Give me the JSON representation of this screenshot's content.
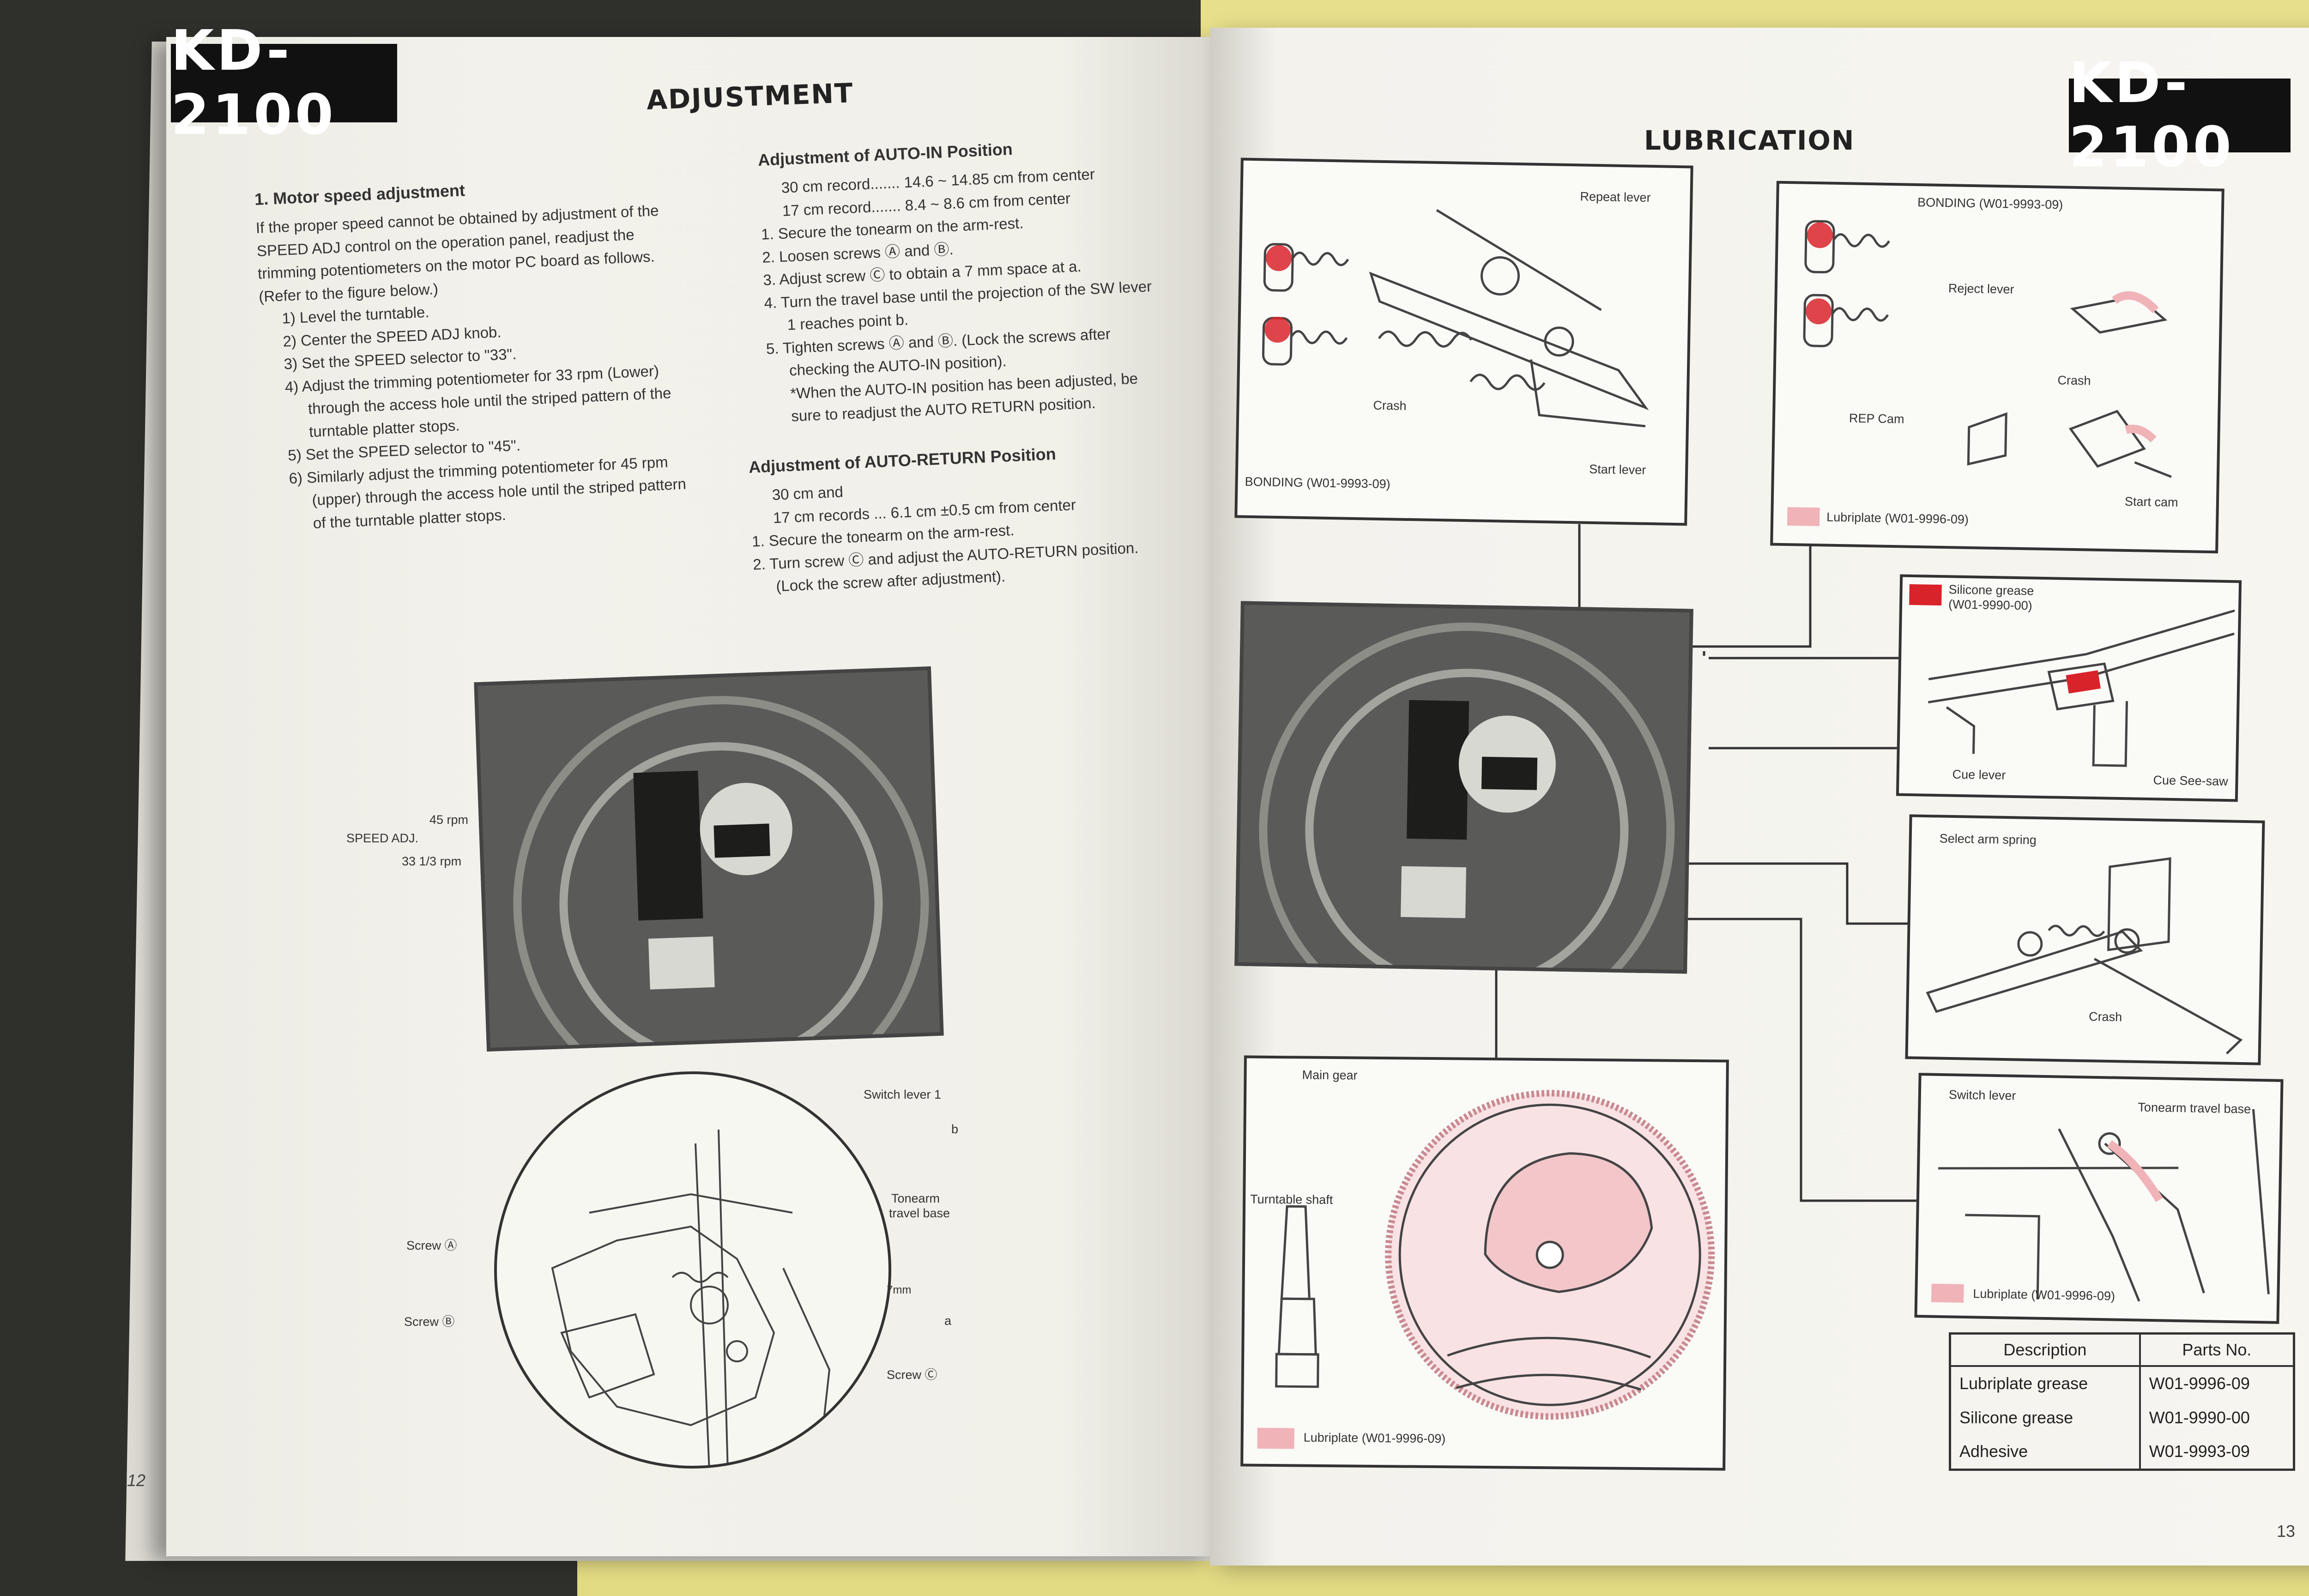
{
  "model": "KD-2100",
  "left_page": {
    "title": "ADJUSTMENT",
    "page_number": "12",
    "motor": {
      "heading": "1. Motor speed adjustment",
      "lines": [
        "If the proper speed cannot be obtained by adjustment of the",
        "SPEED ADJ control on the operation panel, readjust the",
        "trimming potentiometers on the motor PC board as follows.",
        "(Refer to the figure below.)",
        "1) Level the turntable.",
        "2) Center the SPEED ADJ knob.",
        "3) Set the SPEED selector to \"33\".",
        "4) Adjust the trimming potentiometer for 33 rpm (Lower)",
        "through the access hole until the striped pattern of the",
        "turntable platter stops.",
        "5) Set the SPEED selector to \"45\".",
        "6) Similarly adjust the trimming potentiometer for 45 rpm",
        "(upper) through the access hole until the striped pattern",
        "of the turntable platter stops."
      ]
    },
    "auto_in": {
      "heading": "Adjustment of AUTO-IN Position",
      "lines": [
        "30 cm record....... 14.6 ~ 14.85 cm from center",
        "17 cm record....... 8.4 ~ 8.6 cm from center",
        "1. Secure the tonearm on the arm-rest.",
        "2. Loosen screws Ⓐ and Ⓑ.",
        "3. Adjust screw Ⓒ to obtain a 7 mm space at a.",
        "4. Turn the travel base until the projection of the SW lever",
        "1 reaches point b.",
        "5. Tighten screws Ⓐ and Ⓑ. (Lock the screws after",
        "checking the AUTO-IN position).",
        "*When the AUTO-IN position has been adjusted, be",
        "sure to readjust the AUTO RETURN position."
      ]
    },
    "auto_return": {
      "heading": "Adjustment of AUTO-RETURN Position",
      "lines": [
        "30 cm and",
        "17 cm records ... 6.1 cm ±0.5 cm from center",
        "1. Secure the tonearm on the arm-rest.",
        "2. Turn screw Ⓒ and adjust the AUTO-RETURN position.",
        "(Lock the screw after adjustment)."
      ]
    },
    "figure_labels": {
      "speed_adj": "SPEED ADJ.",
      "rpm45": "45 rpm",
      "rpm33": "33 1/3 rpm",
      "switch_lever": "Switch lever 1",
      "b": "b",
      "tonearm_travel_base_1": "Tonearm",
      "tonearm_travel_base_2": "travel base",
      "screw_a": "Screw Ⓐ",
      "screw_b": "Screw Ⓑ",
      "screw_c": "Screw Ⓒ",
      "seven_mm": "7mm",
      "a": "a"
    }
  },
  "right_page": {
    "title": "LUBRICATION",
    "page_number": "13",
    "box1": {
      "repeat_lever": "Repeat lever",
      "crash": "Crash",
      "bonding": "BONDING (W01-9993-09)",
      "start_lever": "Start lever"
    },
    "box2": {
      "bonding": "BONDING (W01-9993-09)",
      "reject_lever": "Reject lever",
      "crash": "Crash",
      "rep_cam": "REP Cam",
      "start_cam": "Start cam",
      "lubriplate": "Lubriplate (W01-9996-09)"
    },
    "box3": {
      "silicone_1": "Silicone grease",
      "silicone_2": "(W01-9990-00)",
      "cue_lever": "Cue lever",
      "cue_seesaw": "Cue See-saw"
    },
    "box4": {
      "select_arm_spring": "Select arm spring",
      "crash": "Crash"
    },
    "box5": {
      "switch_lever": "Switch lever",
      "tonearm_travel_base": "Tonearm travel base",
      "lubriplate": "Lubriplate (W01-9996-09)"
    },
    "box6": {
      "main_gear": "Main gear",
      "turntable_shaft": "Turntable shaft",
      "lubriplate": "Lubriplate (W01-9996-09)"
    },
    "parts_table": {
      "headers": [
        "Description",
        "Parts No."
      ],
      "rows": [
        [
          "Lubriplate grease",
          "W01-9996-09"
        ],
        [
          "Silicone grease",
          "W01-9990-00"
        ],
        [
          "Adhesive",
          "W01-9993-09"
        ]
      ]
    }
  },
  "colors": {
    "silicone_red": "#d8232a",
    "lubriplate_pink": "#f0b3b8",
    "tab_black": "#111111"
  }
}
